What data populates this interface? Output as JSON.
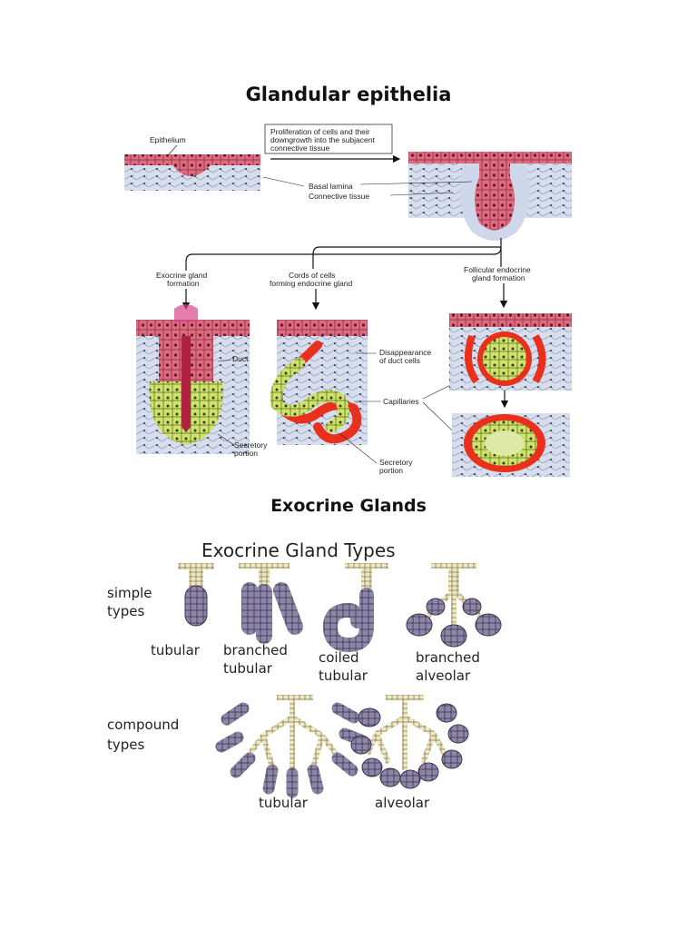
{
  "titles": {
    "glandular": "Glandular epithelia",
    "exocrine": "Exocrine Glands"
  },
  "diagram1": {
    "epithelium": "Epithelium",
    "proliferation": [
      "Proliferation of cells and their",
      "downgrowth into the subjacent",
      "connective tissue"
    ],
    "basal_lamina": "Basal lamina",
    "connective_tissue": "Connective tissue",
    "exocrine_formation": [
      "Exocrine gland",
      "formation"
    ],
    "cords": [
      "Cords of cells",
      "forming endocrine gland"
    ],
    "follicular": [
      "Follicular endocrine",
      "gland formation"
    ],
    "duct": "Duct",
    "disappearance": [
      "Disappearance",
      "of duct cells"
    ],
    "capillaries": "Capillaries",
    "secretory_left": [
      "Secretory",
      "portion"
    ],
    "secretory_mid": [
      "Secretory",
      "portion"
    ]
  },
  "diagram2": {
    "heading": "Exocrine Gland Types",
    "simple": [
      "simple",
      "types"
    ],
    "compound": [
      "compound",
      "types"
    ],
    "simple_labels": [
      [
        "tubular"
      ],
      [
        "branched",
        "tubular"
      ],
      [
        "coiled",
        "tubular"
      ],
      [
        "branched",
        "alveolar"
      ]
    ],
    "compound_labels": [
      "tubular",
      "alveolar"
    ]
  },
  "colors": {
    "epithelium_pink": "#e06a80",
    "connective_blue": "#cfd8ea",
    "secretory_green": "#cfe36a",
    "capillary_red": "#e8301c",
    "gland_purple": "#8e86a8",
    "duct_tan": "#efe8c0"
  }
}
